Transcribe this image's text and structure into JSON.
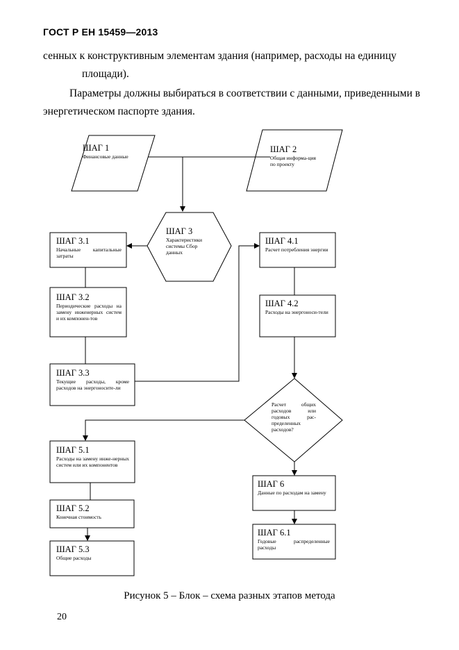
{
  "header": "ГОСТ Р ЕН 15459—2013",
  "body": {
    "line1": "сенных к конструктивным элементам здания (например, расходы на единицу",
    "line2": "площади).",
    "line3": "Параметры должны выбираться в соответствии с данными, приведенными в",
    "line4": "энергетическом паспорте здания."
  },
  "flowchart": {
    "step1": {
      "title": "ШАГ 1",
      "text": "Финансовые данные"
    },
    "step2": {
      "title": "ШАГ 2",
      "text": "Общая информа-ция по проекту"
    },
    "step3": {
      "title": "ШАГ 3",
      "text": "Характеристики системы Сбор данных"
    },
    "step3_1": {
      "title": "ШАГ 3.1",
      "text": "Начальные капитальные затраты"
    },
    "step3_2": {
      "title": "ШАГ 3.2",
      "text": "Периодические расходы на замену инженерных систем и их компонен-тов"
    },
    "step3_3": {
      "title": "ШАГ 3.3",
      "text": "Текущие расходы, кроме расходов на энергоносите-ли"
    },
    "step4_1": {
      "title": "ШАГ 4.1",
      "text": "Расчет потребления энергии"
    },
    "step4_2": {
      "title": "ШАГ 4.2",
      "text": "Расходы на энергоноси-тели"
    },
    "decision": {
      "text": "Расчет общих расходов или годовых рас-пределенных расходов?"
    },
    "step5_1": {
      "title": "ШАГ 5.1",
      "text": "Расходы на замену инже-нерных систем или их компонентов"
    },
    "step5_2": {
      "title": "ШАГ 5.2",
      "text": "Конечная стоимость"
    },
    "step5_3": {
      "title": "ШАГ 5.3",
      "text": "Общие расходы"
    },
    "step6": {
      "title": "ШАГ 6",
      "text": "Данные по расходам на замену"
    },
    "step6_1": {
      "title": "ШАГ 6.1",
      "text": "Годовые распределенные расходы"
    }
  },
  "caption": "Рисунок 5 – Блок – схема разных этапов метода",
  "page_number": "20"
}
